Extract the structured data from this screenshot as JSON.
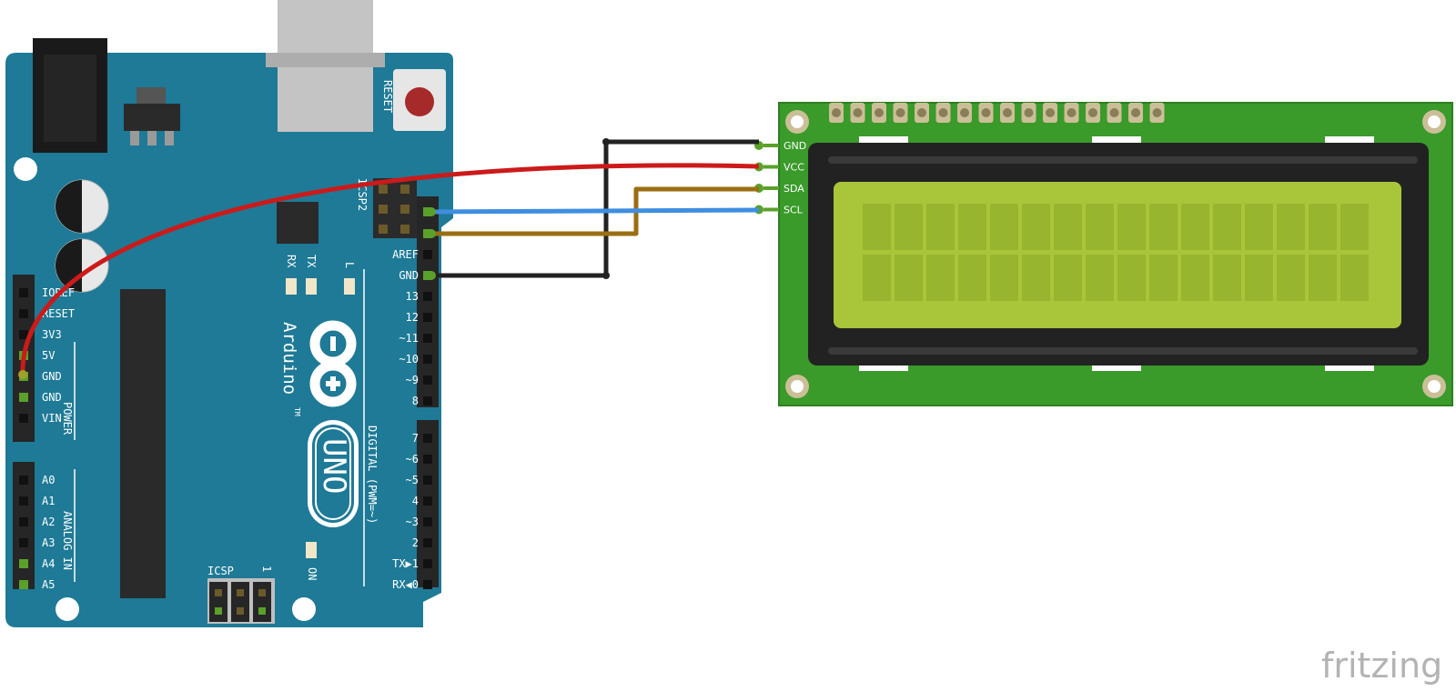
{
  "arduino": {
    "brand": "Arduino",
    "trademark": "TM",
    "model": "UNO",
    "reset_label": "RESET",
    "icsp2_label": "ICSP2",
    "icsp_label": "ICSP",
    "icsp_pin1": "1",
    "rx_label": "RX",
    "tx_label": "TX",
    "l_label": "L",
    "on_label": "ON",
    "power_label": "POWER",
    "analog_label": "ANALOG IN",
    "digital_label": "DIGITAL (PWM=~)",
    "power_pins": [
      "IOREF",
      "RESET",
      "3V3",
      "5V",
      "GND",
      "GND",
      "VIN"
    ],
    "analog_pins": [
      "A0",
      "A1",
      "A2",
      "A3",
      "A4",
      "A5"
    ],
    "digital_upper_pins": [
      "AREF",
      "GND",
      "13",
      "12",
      "~11",
      "~10",
      "~9",
      "8"
    ],
    "digital_lower_pins": [
      "7",
      "~6",
      "~5",
      "4",
      "~3",
      "2",
      "TX▶1",
      "RX◀0"
    ]
  },
  "lcd": {
    "pins": [
      "GND",
      "VCC",
      "SDA",
      "SCL"
    ],
    "rows": 2,
    "columns": 16
  },
  "wires": [
    {
      "from": "GND",
      "to": "GND",
      "color": "#222222"
    },
    {
      "from": "5V",
      "to": "VCC",
      "color": "#cc1a1a"
    },
    {
      "from": "SDA",
      "to": "SDA",
      "color": "#9a6e12"
    },
    {
      "from": "SCL",
      "to": "SCL",
      "color": "#3f8ee0"
    }
  ],
  "watermark": "fritzing",
  "colors": {
    "board": "#1e7a96",
    "lcd_pcb": "#3a9a2a",
    "lcd_screen": "#a9c53a"
  }
}
